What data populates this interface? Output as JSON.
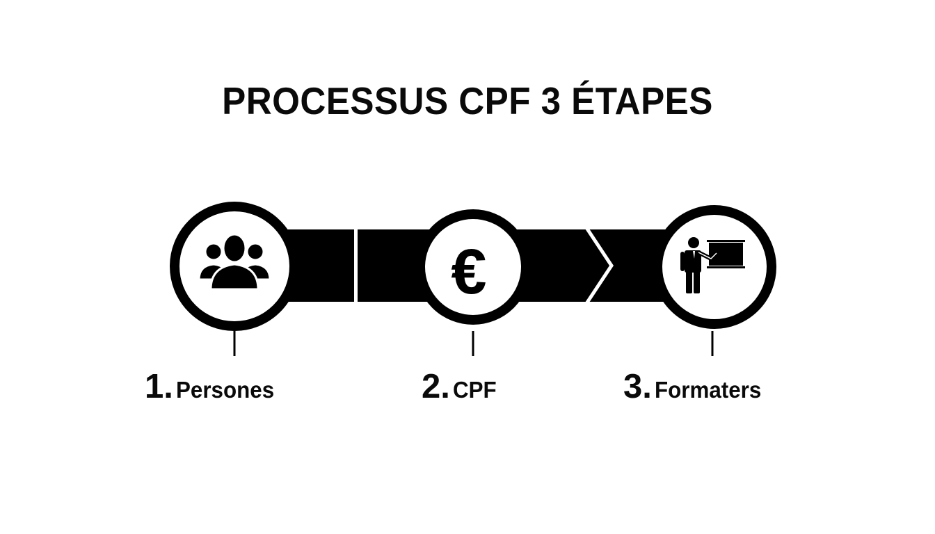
{
  "title": "PROCESSUS CPF 3 ÉTAPES",
  "colors": {
    "background": "#ffffff",
    "foreground": "#000000"
  },
  "steps": [
    {
      "number": "1.",
      "label": "Persones",
      "icon": "people-group-icon"
    },
    {
      "number": "2.",
      "label": "CPF",
      "icon": "euro-icon",
      "glyph": "€"
    },
    {
      "number": "3.",
      "label": "Formaters",
      "icon": "presenter-whiteboard-icon"
    }
  ]
}
